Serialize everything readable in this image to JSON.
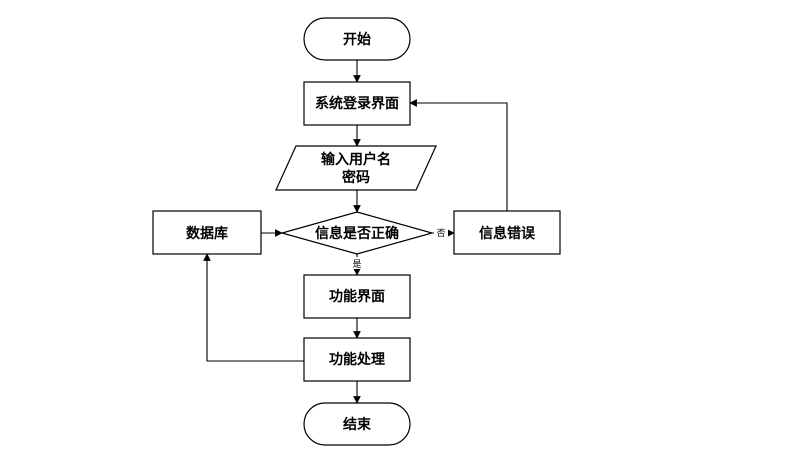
{
  "nodes": {
    "start": "开始",
    "login": "系统登录界面",
    "input_line1": "输入用户名",
    "input_line2": "密码",
    "check": "信息是否正确",
    "database": "数据库",
    "error": "信息错误",
    "function_ui": "功能界面",
    "process": "功能处理",
    "end": "结束"
  },
  "edges": {
    "no": "否",
    "yes": "是"
  }
}
